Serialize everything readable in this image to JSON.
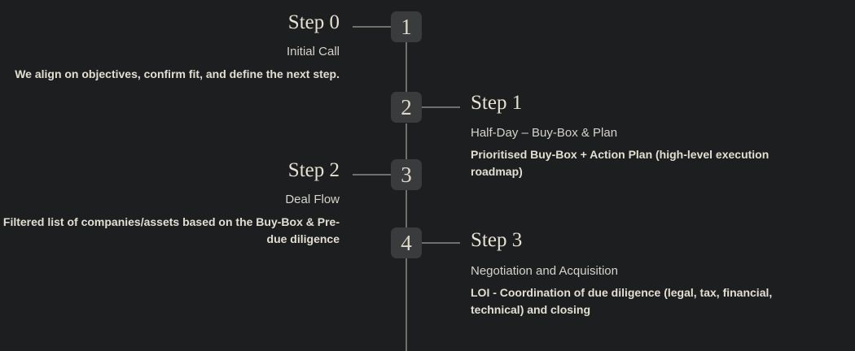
{
  "diagram": {
    "type": "vertical-timeline",
    "colors": {
      "background": "#1d1e20",
      "badge_background": "#3a3b3d",
      "badge_text": "#ded8c8",
      "line": "#6f6f6c",
      "title_text": "#e6e0d2",
      "subtitle_text": "#d6d3cb",
      "description_text": "#e3ded2"
    },
    "steps": [
      {
        "badge": "1",
        "title": "Step 0",
        "subtitle": "Initial Call",
        "description": "We align on objectives, confirm fit, and define the next step.",
        "side": "left"
      },
      {
        "badge": "2",
        "title": "Step 1",
        "subtitle": "Half-Day – Buy-Box & Plan",
        "description": "Prioritised Buy-Box + Action Plan (high-level execution roadmap)",
        "side": "right"
      },
      {
        "badge": "3",
        "title": "Step 2",
        "subtitle": "Deal Flow",
        "description": "Filtered list of companies/assets based on the Buy-Box & Pre-due diligence",
        "side": "left"
      },
      {
        "badge": "4",
        "title": "Step 3",
        "subtitle": "Negotiation and Acquisition",
        "description": "LOI - Coordination of due diligence (legal, tax, financial, technical) and closing",
        "side": "right"
      }
    ]
  }
}
